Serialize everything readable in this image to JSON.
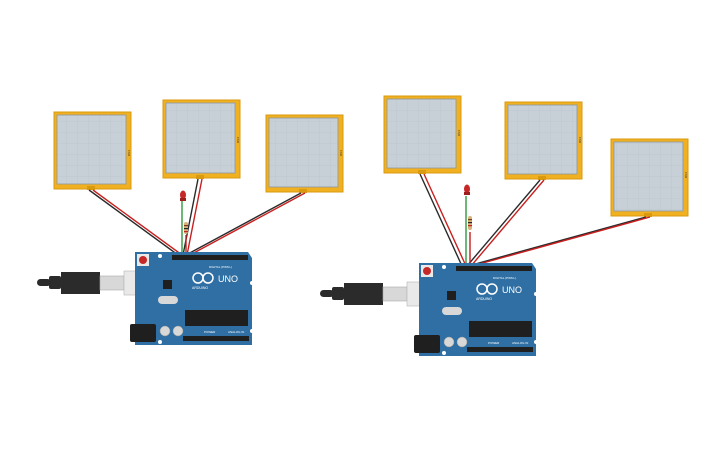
{
  "colors": {
    "board_blue": "#2f6fa3",
    "board_dark": "#24577f",
    "sensor_frame": "#f0b020",
    "sensor_surface": "#c7d0d6",
    "sensor_grid": "#b3bcc3",
    "wire_red": "#c8201f",
    "wire_black": "#2a2a2a",
    "wire_green": "#2e9a3c",
    "led_red": "#c62828",
    "usb_black": "#2b2b2b",
    "usb_metal": "#d8d8d8",
    "chip_black": "#1f1f1f"
  },
  "icons": [
    "arduino-logo-icon",
    "led-icon",
    "resistor-icon",
    "usb-cable-icon",
    "force-sensor-icon"
  ],
  "circuits": [
    {
      "name": "circuit-left",
      "board": {
        "model_label": "UNO",
        "brand_label": "ARDUINO",
        "digital_label": "DIGITAL (PWM~)",
        "power_label": "POWER",
        "analog_label": "ANALOG IN"
      },
      "sensor_count": 3,
      "has_led": true,
      "has_resistor": true
    },
    {
      "name": "circuit-right",
      "board": {
        "model_label": "UNO",
        "brand_label": "ARDUINO",
        "digital_label": "DIGITAL (PWM~)",
        "power_label": "POWER",
        "analog_label": "ANALOG IN"
      },
      "sensor_count": 3,
      "has_led": true,
      "has_resistor": true
    }
  ]
}
